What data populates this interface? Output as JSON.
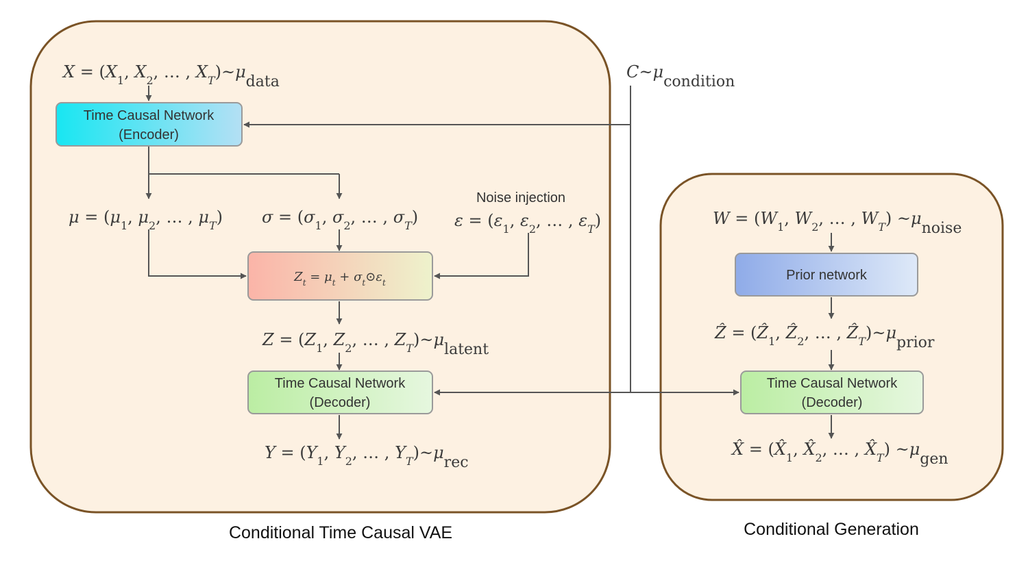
{
  "panels": {
    "vae": {
      "caption": "Conditional Time Causal VAE"
    },
    "generation": {
      "caption": "Conditional Generation"
    }
  },
  "nodes": {
    "encoder": {
      "line1": "Time Causal Network",
      "line2": "(Encoder)"
    },
    "reparam": {
      "formula": "Z_t = μ_t + σ_t⊙ε_t"
    },
    "decoder_vae": {
      "line1": "Time Causal Network",
      "line2": "(Decoder)"
    },
    "prior": {
      "label": "Prior network"
    },
    "decoder_gen": {
      "line1": "Time Causal Network",
      "line2": "(Decoder)"
    }
  },
  "formulas": {
    "x_data": "X = (X₁, X₂, … , X_T)~μ_data",
    "mu": "μ = (μ₁, μ₂, … , μ_T)",
    "sigma": "σ = (σ₁, σ₂, … , σ_T)",
    "noise_label": "Noise injection",
    "epsilon": "ε = (ε₁, ε₂, … , ε_T)",
    "z_latent": "Z = (Z₁, Z₂, … , Z_T)~μ_latent",
    "y_rec": "Y = (Y₁, Y₂, … , Y_T)~μ_rec",
    "condition": "C~μ_condition",
    "w_noise": "W = (W₁, W₂, … , W_T) ~μ_noise",
    "zhat_prior": "Ẑ = (Ẑ₁, Ẑ₂, … , Ẑ_T)~μ_prior",
    "xhat_gen": "X̂ = (X̂₁, X̂₂, … , X̂_T) ~μ_gen"
  },
  "colors": {
    "panel_fill": "#fdf1e2",
    "panel_border": "#7a5326",
    "encoder_gradient": [
      "#18e6f2",
      "#b4e0f4"
    ],
    "reparam_gradient": [
      "#fbb4a8",
      "#eef2cc"
    ],
    "decoder_gradient": [
      "#bbeda3",
      "#e6f7df"
    ],
    "prior_gradient": [
      "#8fabe8",
      "#dee9f8"
    ]
  }
}
